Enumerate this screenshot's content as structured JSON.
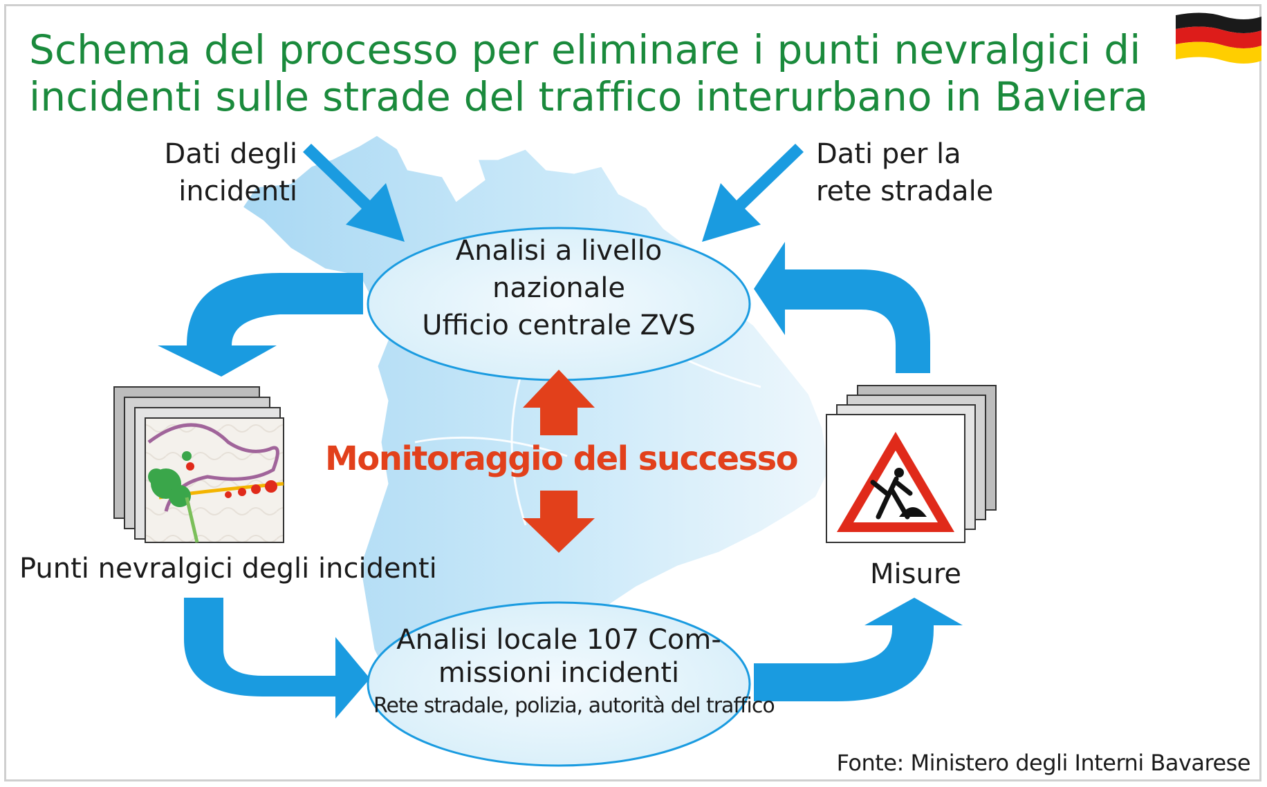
{
  "title": {
    "line1": "Schema del processo per eliminare i punti nevralgici di",
    "line2": "incidenti sulle strade del traffico interurbano in Baviera"
  },
  "inputs": {
    "accident_data": {
      "line1": "Dati degli",
      "line2": "incidenti"
    },
    "road_network_data": {
      "line1": "Dati per la",
      "line2": "rete stradale"
    }
  },
  "national_analysis": {
    "line1": "Analisi a livello",
    "line2": "nazionale",
    "line3": "Ufficio centrale ZVS"
  },
  "monitoring": {
    "label": "Monitoraggio del successo"
  },
  "local_analysis": {
    "line1": "Analisi locale 107 Com-",
    "line2": "missioni incidenti",
    "line3": "Rete stradale, polizia, autorità del traffico"
  },
  "hotspots": {
    "label": "Punti nevralgici degli incidenti"
  },
  "measures": {
    "label": "Misure"
  },
  "source": {
    "label": "Fonte: Ministero degli Interni Bavarese"
  },
  "colors": {
    "title_green": "#1a8a3c",
    "arrow_blue": "#1a9be0",
    "monitor_red": "#e2401b",
    "map_blue": "#bfe3f7",
    "ellipse_fill": "#e4f3fb",
    "ellipse_stroke": "#1a9be0"
  },
  "icons": {
    "flag": "germany-flag-icon",
    "hotspot_map": "hotspot-map-icon",
    "roadworks": "roadworks-sign-icon"
  }
}
